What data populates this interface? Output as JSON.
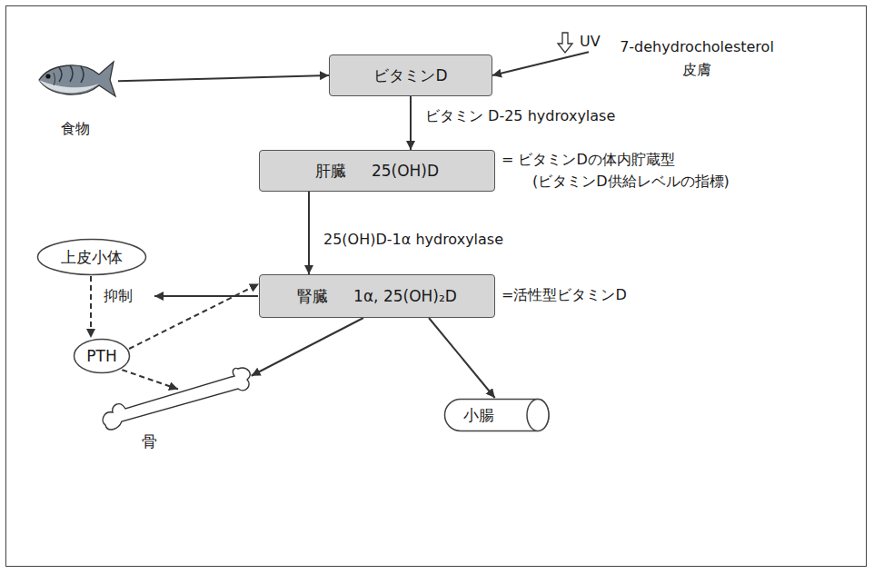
{
  "diagram": {
    "nodes": [
      {
        "text": [
          "食物"
        ]
      },
      {
        "text": [
          "ビタミンD"
        ]
      },
      {
        "text": [
          "7-dehydrocholesterol",
          "皮膚"
        ]
      },
      {
        "text": [
          "肝臓",
          "25(OH)D"
        ]
      },
      {
        "text": [
          "上皮小体"
        ]
      },
      {
        "text": [
          "腎臓",
          "1α, 25(OH)₂D"
        ]
      },
      {
        "text": [
          "PTH"
        ]
      },
      {
        "text": [
          "骨"
        ]
      },
      {
        "text": [
          "小腸"
        ]
      }
    ],
    "edges": [
      {
        "from": 0,
        "to": 1,
        "arrow": "to"
      },
      {
        "from": 2,
        "to": 1,
        "arrow": "to"
      },
      {
        "from": 1,
        "to": 3,
        "label": "ビタミン D-25 hydroxylase",
        "arrow": "to"
      },
      {
        "from": 3,
        "to": 5,
        "label": "25(OH)D-1α hydroxylase",
        "arrow": "to"
      },
      {
        "from": 4,
        "to": 6,
        "arrow": "to"
      },
      {
        "from": 6,
        "to": 5,
        "arrow": "to"
      },
      {
        "from": 6,
        "to": 7,
        "arrow": "to"
      },
      {
        "from": 5,
        "to": 7,
        "arrow": "to"
      },
      {
        "from": 5,
        "to": 8,
        "arrow": "to"
      }
    ],
    "labels": [
      "UV",
      "= ビタミンDの体内貯蔵型",
      "(ビタミンD供給レベルの指標)",
      "=活性型ビタミンD",
      "抑制"
    ]
  }
}
